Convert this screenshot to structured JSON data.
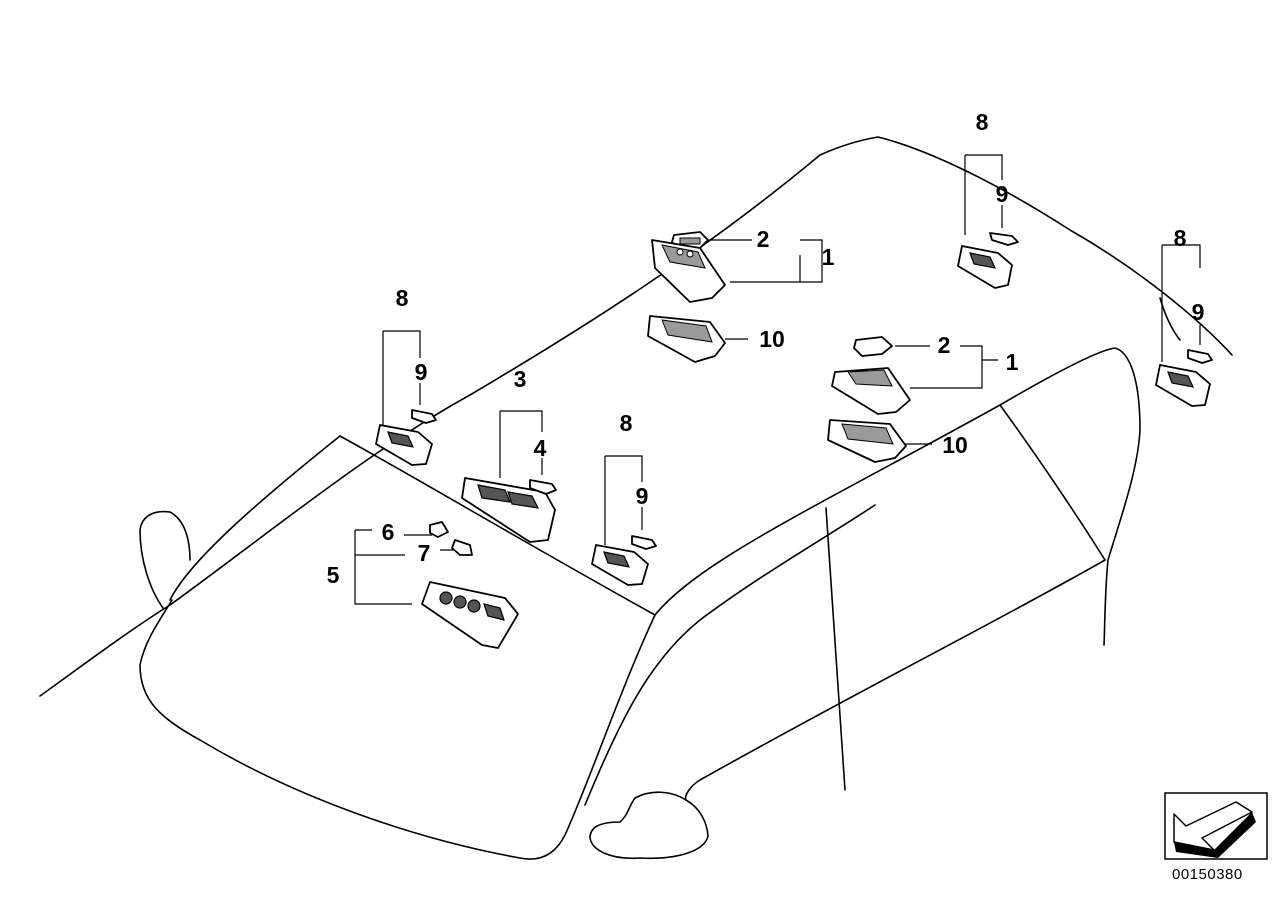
{
  "callouts": {
    "c1a": "1",
    "c1b": "1",
    "c2a": "2",
    "c2b": "2",
    "c3": "3",
    "c4": "4",
    "c5": "5",
    "c6": "6",
    "c7": "7",
    "c8a": "8",
    "c8b": "8",
    "c8c": "8",
    "c8d": "8",
    "c9a": "9",
    "c9b": "9",
    "c9c": "9",
    "c9d": "9",
    "c10a": "10",
    "c10b": "10"
  },
  "reference_number": "00150380",
  "icons": {
    "nav": "direction-arrow-icon"
  },
  "colors": {
    "line": "#000000",
    "background": "#ffffff",
    "fill_dark": "#555555"
  }
}
